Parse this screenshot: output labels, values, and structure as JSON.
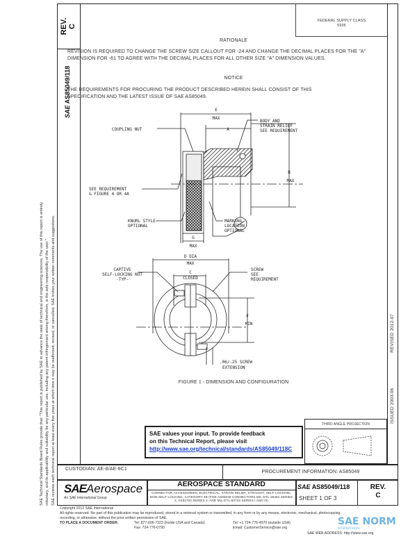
{
  "side_notice": {
    "line1": "SAE Technical Standards Board Rules provide that: \"This report is published by SAE to advance the state of technical and engineering sciences. The use of this report is entirely",
    "line2": "voluntary, and its applicability and suitability for any particular use, including any patent infringement arising therefrom, is the sole responsibility of the user.\"",
    "line3": "SAE reviews each technical report at least every five years at which time it may be reaffirmed, revised, or cancelled. SAE invites your written comments and suggestions."
  },
  "strip": {
    "rev_label": "REV.",
    "rev_value": "C",
    "doc_number": "AS85049/118",
    "sae_logo": "SAE"
  },
  "federal_box": {
    "line1": "FEDERAL SUPPLY CLASS",
    "line2": "5935"
  },
  "rationale": {
    "heading": "RATIONALE",
    "body": "REVISION IS REQUIRED TO CHANGE THE SCREW SIZE CALLOUT FOR -24 AND CHANGE THE DECIMAL PLACES FOR THE \"A\" DIMENSION FOR -61 TO AGREE WITH THE DECIMAL PLACES FOR ALL OTHER SIZE \"A\" DIMENSION VALUES."
  },
  "notice": {
    "heading": "NOTICE",
    "body": "THE REQUIREMENTS FOR PROCURING THE PRODUCT DESCRIBED HEREIN SHALL CONSIST OF THIS SPECIFICATION AND THE LATEST ISSUE OF SAE AS85049."
  },
  "drawing": {
    "labels": {
      "e_max": [
        "E",
        "MAX"
      ],
      "a": "A",
      "coupling_nut": "COUPLING NUT",
      "body": [
        "BODY AND",
        "STRAIN RELIEF",
        "SEE REQUIREMENT"
      ],
      "b_max": [
        "B",
        "MAX"
      ],
      "see_req": [
        "SEE REQUIREMENT",
        "& FIGURE 4 OR 4A"
      ],
      "knurl": [
        "KNURL STYLE",
        "OPTIONAL"
      ],
      "g_max": [
        "G",
        "MAX"
      ],
      "marking": [
        "MARKING",
        "LOCATION",
        "OPTIONAL"
      ],
      "d_dia": [
        "D DIA",
        "MAX"
      ],
      "c_closed": [
        "C",
        "CLOSED"
      ],
      "captive": [
        "CAPTIVE",
        "SELF-LOCKING NUT",
        "-TYP-"
      ],
      "screw": [
        "SCREW",
        "SEE",
        "REQUIREMENT"
      ],
      "f_min": [
        "F",
        "MIN"
      ],
      "extension": [
        ".06/.25 SCREW",
        "EXTENSION"
      ]
    },
    "caption": "FIGURE 1 - DIMENSION AND CONFIGURATION"
  },
  "dates": {
    "issued": "ISSUED 2003-06",
    "revised": "REVISED 2012-07"
  },
  "feedback": {
    "line1": "SAE values your input. To provide feedback",
    "line2": "on this Technical Report, please visit",
    "link": "http://www.sae.org/technical/standards/AS85049/118C"
  },
  "projection": {
    "label": "THIRD ANGLE PROJECTION"
  },
  "custodian": "CUSTODIAN: AE-8/AE-8C1",
  "procurement": "PROCUREMENT INFORMATION: AS85049",
  "title_block": {
    "logo_sae": "SAE",
    "logo_aero": "Aerospace",
    "logo_sub": "An SAE International Group",
    "standard": "AEROSPACE STANDARD",
    "description": "CONNECTOR ACCESSORIES, ELECTRICAL, STRAIN RELIEF, STRAIGHT, SELF-LOCKING, NON-SELF-LOCKING, CATEGORY 4B (FOR AS85049 CONNECTORS MIL-DTL-26482 SERIES 2, AS81703 SERIES 3, AND MIL-DTL-83723 SERIES I AND III)",
    "doc_number": "AS85049/118",
    "sheet": "SHEET 1 OF 3",
    "rev_label": "REV.",
    "rev_value": "C"
  },
  "footer": {
    "copyright": "Copyright 2012 SAE International",
    "rights": "All rights reserved. No part of this publication may be reproduced, stored in a retrieval system or transmitted, in any form or by any means, electronic, mechanical, photocopying,",
    "rights2": "recording, or otherwise, without the prior written permission of SAE.",
    "order": "TO PLACE A DOCUMENT ORDER:",
    "tel1": "Tel: 877-606-7323 (inside USA and Canada)",
    "fax": "Fax: 724-776-0790",
    "tel2": "Tel: +1 724-776-4970 (outside USA)",
    "email": "Email: CustomerService@sae.org",
    "web": "SAE WEB ADDRESS: http://www.sae.org"
  },
  "watermark": {
    "text": "SAE NORM",
    "sub": "INTERNATIONAL"
  },
  "colors": {
    "link": "#1a3fd0",
    "watermark": "#4aa3df"
  }
}
